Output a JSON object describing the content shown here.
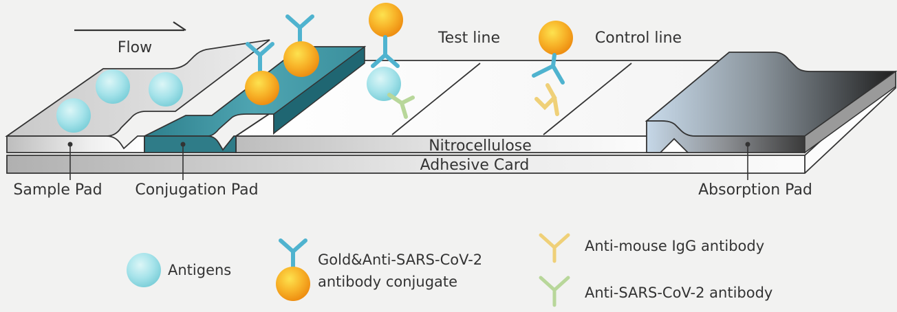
{
  "diagram": {
    "flow_label": "Flow",
    "top_labels": {
      "test_line": "Test line",
      "control_line": "Control line"
    },
    "strip_labels": {
      "nitrocellulose": "Nitrocellulose",
      "adhesive_card": "Adhesive Card"
    },
    "pad_labels": {
      "sample_pad": "Sample Pad",
      "conjugation_pad": "Conjugation Pad",
      "absorption_pad": "Absorption Pad"
    }
  },
  "legend": {
    "antigens": "Antigens",
    "conjugate_line1": "Gold&Anti-SARS-CoV-2",
    "conjugate_line2": "antibody conjugate",
    "anti_mouse": "Anti-mouse IgG antibody",
    "anti_sars": "Anti-SARS-CoV-2 antibody"
  },
  "colors": {
    "background": "#f2f2f1",
    "antigen": "#8fd8e0",
    "antibody_blue": "#4fb3cf",
    "gold": "#f5a71c",
    "conjugation_pad": "#2f8796",
    "absorption_pad": "#2c2c2c",
    "anti_mouse_antibody": "#efd078",
    "anti_sars_antibody": "#b8d79a"
  }
}
